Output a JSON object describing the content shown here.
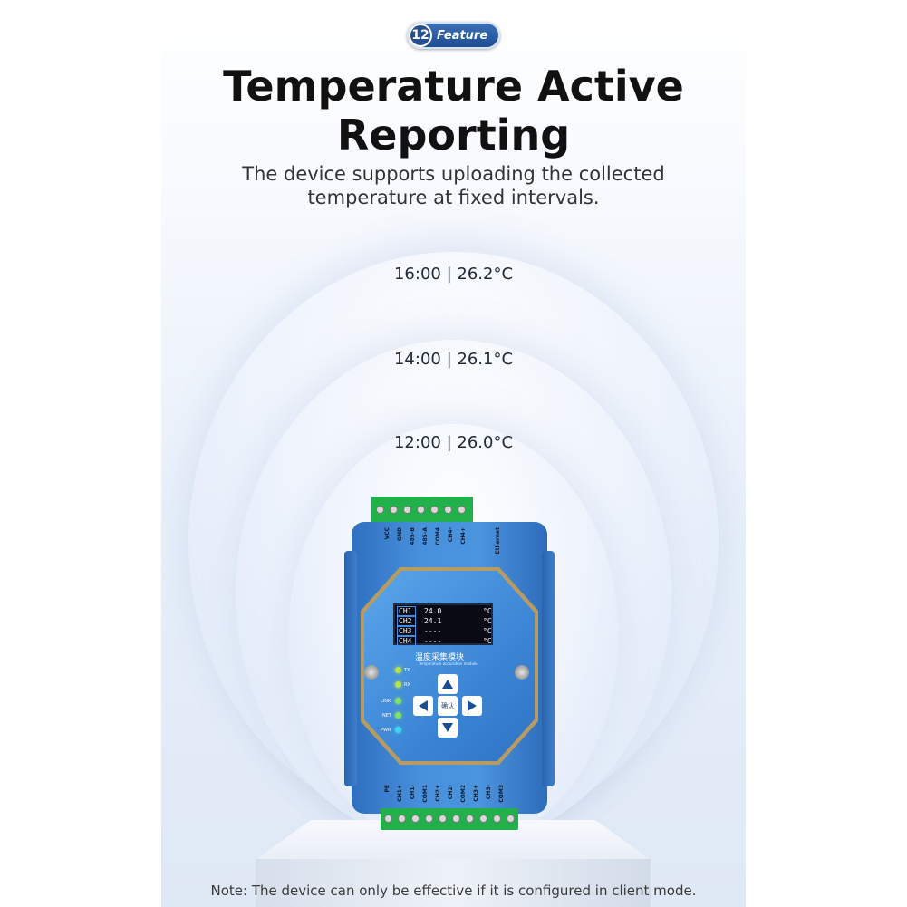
{
  "badge": {
    "number": "12",
    "label": "Feature"
  },
  "title": {
    "line1": "Temperature Active",
    "line2": "Reporting"
  },
  "subtitle": {
    "line1": "The device supports uploading the collected",
    "line2": "temperature at fixed intervals."
  },
  "readings": [
    {
      "text": "16:00 | 26.2°C"
    },
    {
      "text": "14:00 | 26.1°C"
    },
    {
      "text": "12:00 | 26.0°C"
    }
  ],
  "device": {
    "top_terminals": [
      "VCC",
      "GND",
      "485-B",
      "485-A",
      "COM4",
      "CH4-",
      "CH4+"
    ],
    "ethernet_label": "Ethernet",
    "bottom_terminals": [
      "PE",
      "CH1+",
      "CH1-",
      "COM1",
      "CH2+",
      "CH2-",
      "COM2",
      "CH3+",
      "CH3-",
      "COM3"
    ],
    "screen_rows": [
      {
        "channel": "CH1",
        "value": "24.0",
        "unit": "°C"
      },
      {
        "channel": "CH2",
        "value": "24.1",
        "unit": "°C"
      },
      {
        "channel": "CH3",
        "value": "----",
        "unit": "°C"
      },
      {
        "channel": "CH4",
        "value": "----",
        "unit": "°C"
      }
    ],
    "module_name_cn": "温度采集模块",
    "module_name_en": "Temperature acquisition module",
    "leds": [
      {
        "label": "TX",
        "color": "#b7e34a"
      },
      {
        "label": "RX",
        "color": "#b7e34a"
      },
      {
        "label": "LINK",
        "color": "#7fe36a"
      },
      {
        "label": "NET",
        "color": "#7fe36a"
      },
      {
        "label": "PWR",
        "color": "#3fd6f0"
      }
    ],
    "ok_button_label": "确认"
  },
  "note": "Note: The device can only be effective if it is configured in client mode.",
  "colors": {
    "badge_bg": "#1d4d94",
    "device_blue": "#4790dc",
    "terminal_green": "#22b04a"
  }
}
